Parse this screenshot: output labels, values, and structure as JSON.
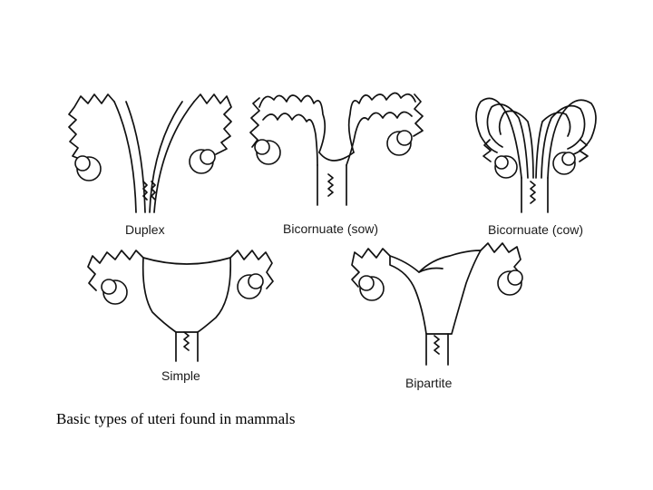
{
  "diagram": {
    "labels": {
      "duplex": "Duplex",
      "bicornuate_sow": "Bicornuate (sow)",
      "bicornuate_cow": "Bicornuate (cow)",
      "simple": "Simple",
      "bipartite": "Bipartite"
    }
  },
  "caption": "Basic types of uteri found in mammals",
  "colors": {
    "ink": "#111111",
    "background": "#ffffff"
  }
}
